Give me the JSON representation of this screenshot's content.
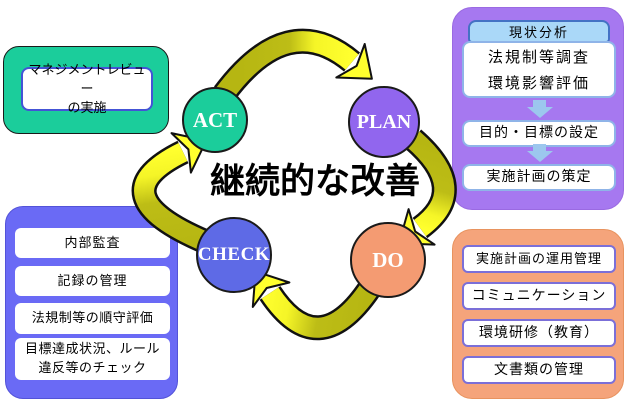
{
  "title": "継続的な改善",
  "cycle": {
    "act": "ACT",
    "plan": "PLAN",
    "do": "DO",
    "check": "CHECK"
  },
  "act_panel": {
    "text": "マネジメントレビュー\nの実施"
  },
  "plan_panel": {
    "header": "現状分析",
    "step1": "法規制等調査\n環境影響評価",
    "step2": "目的・目標の設定",
    "step3": "実施計画の策定"
  },
  "do_panel": {
    "item1": "実施計画の運用管理",
    "item2": "コミュニケーション",
    "item3": "環境研修（教育）",
    "item4": "文書類の管理"
  },
  "check_panel": {
    "item1": "内部監査",
    "item2": "記録の管理",
    "item3": "法規制等の順守評価",
    "item4": "目標達成状況、ルール\n違反等のチェック"
  },
  "colors": {
    "act_green": "#1BCD9B",
    "plan_circle_purple": "#9166EE",
    "plan_panel_purple": "#A678F0",
    "do_circle_orange": "#F49B72",
    "do_panel_orange": "#F5A47B",
    "check_circle_blue": "#5E6AE6",
    "check_panel_blue": "#6A6AF5",
    "arrow_yellow": "#FFFF2E",
    "arrow_olive": "#B6B612",
    "flow_arrow_blue": "#9CC7EE",
    "header_fill_blue": "#AAD8F8"
  }
}
